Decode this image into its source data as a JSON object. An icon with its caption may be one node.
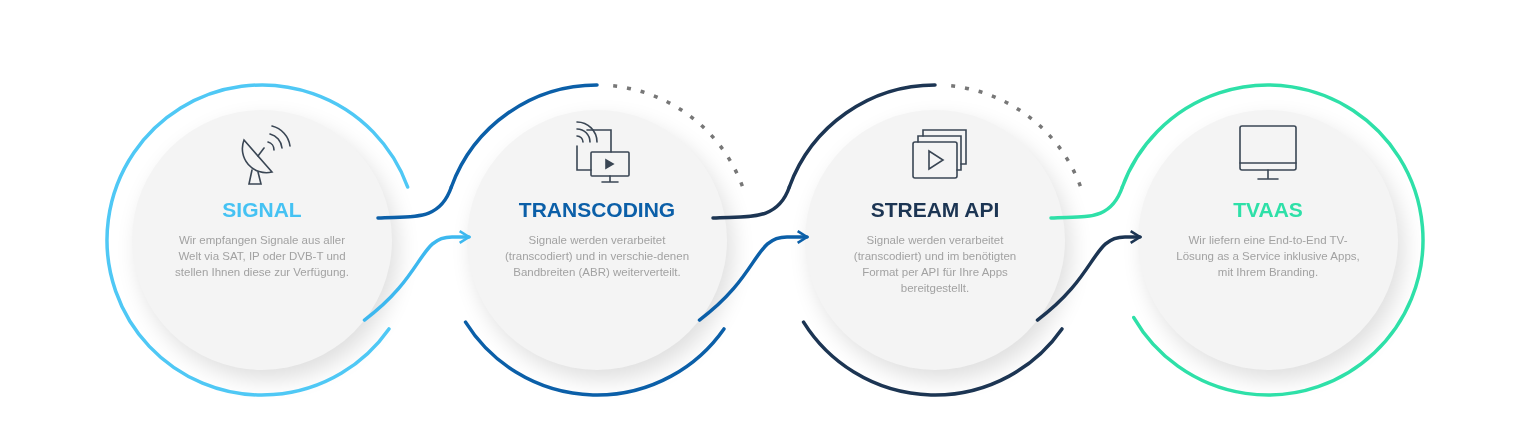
{
  "diagram": {
    "nodes": [
      {
        "text": [
          "SIGNAL",
          "Wir empfangen Signale aus aller Welt via SAT, IP oder DVB-T und stellen Ihnen diese zur Verfügung."
        ]
      },
      {
        "text": [
          "TRANSCODING",
          "Signale werden verarbeitet (transcodiert) und in verschie-denen Bandbreiten (ABR) weiterverteilt."
        ]
      },
      {
        "text": [
          "STREAM API",
          "Signale werden verarbeitet (transcodiert) und im benötigten Format per API für Ihre Apps bereitgestellt."
        ]
      },
      {
        "text": [
          "TVAAS",
          "Wir liefern eine End-to-End TV-Lösung as a Service inklusive Apps, mit Ihrem Branding."
        ]
      }
    ],
    "edges": [
      {
        "from": 0,
        "to": 1,
        "arrow": "to",
        "color": "#3db8ef"
      },
      {
        "from": 1,
        "to": 2,
        "arrow": "to",
        "color": "#0b5fa8"
      },
      {
        "from": 2,
        "to": 3,
        "arrow": "to",
        "color": "#1c3553"
      }
    ]
  }
}
